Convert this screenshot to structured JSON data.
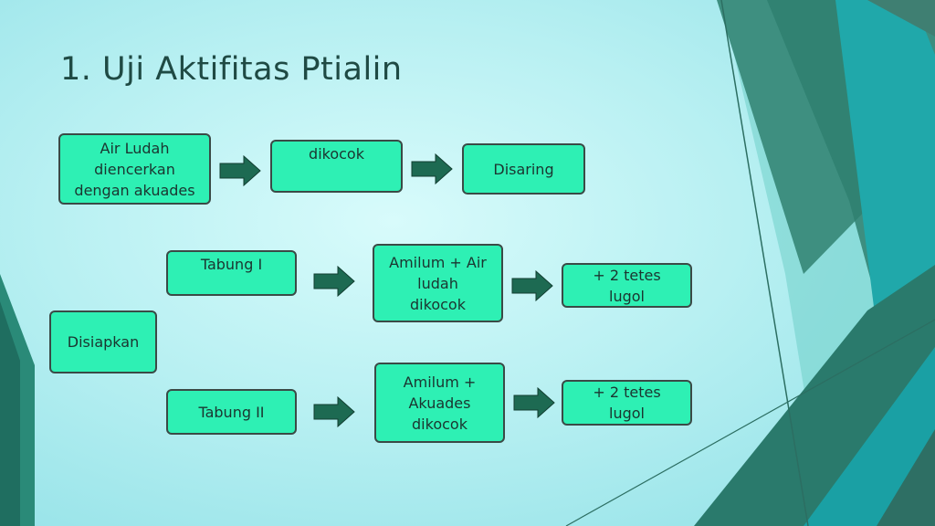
{
  "slide": {
    "title": "1. Uji Aktifitas Ptialin",
    "colors": {
      "background": "#b8f0f2",
      "box_fill": "#2ef0b4",
      "box_border": "#3a4a46",
      "arrow": "#1d6a52",
      "deco_dark": "#2a7a6c",
      "deco_teal": "#1aa6a8"
    }
  },
  "diagram": {
    "nodes": [
      {
        "id": "air-ludah",
        "label": "Air Ludah\ndiencerkan\ndengan akuades"
      },
      {
        "id": "dikocok",
        "label": "dikocok"
      },
      {
        "id": "disaring",
        "label": "Disaring"
      },
      {
        "id": "tabung-1",
        "label": "Tabung I"
      },
      {
        "id": "amilum-air-ludah",
        "label": "Amilum + Air\nludah\ndikocok"
      },
      {
        "id": "lugol-1",
        "label": "+ 2 tetes\nlugol"
      },
      {
        "id": "disiapkan",
        "label": "Disiapkan"
      },
      {
        "id": "tabung-2",
        "label": "Tabung II"
      },
      {
        "id": "amilum-akuades",
        "label": "Amilum +\nAkuades\ndikocok"
      },
      {
        "id": "lugol-2",
        "label": "+ 2 tetes\nlugol"
      }
    ],
    "edges": [
      {
        "from": "air-ludah",
        "to": "dikocok"
      },
      {
        "from": "dikocok",
        "to": "disaring"
      },
      {
        "from": "tabung-1",
        "to": "amilum-air-ludah"
      },
      {
        "from": "amilum-air-ludah",
        "to": "lugol-1"
      },
      {
        "from": "tabung-2",
        "to": "amilum-akuades"
      },
      {
        "from": "amilum-akuades",
        "to": "lugol-2"
      }
    ]
  }
}
